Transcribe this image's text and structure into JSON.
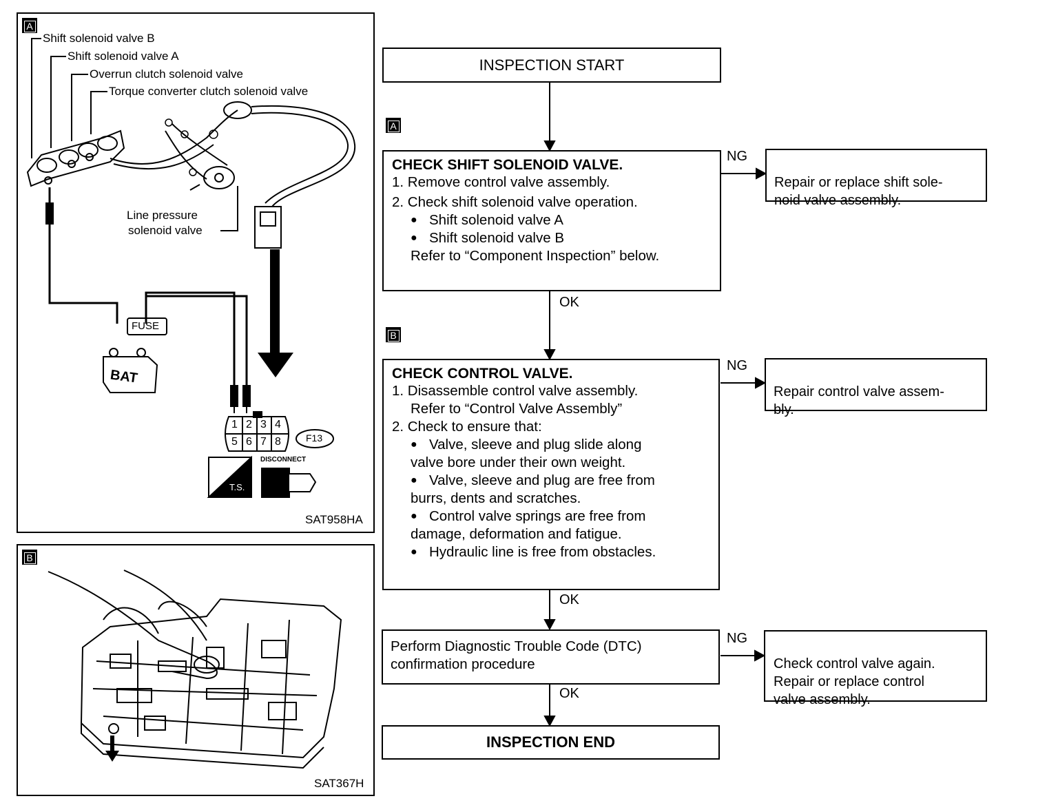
{
  "panel_a": {
    "tag": "A",
    "labels": {
      "valve_b": "Shift solenoid valve B",
      "valve_a": "Shift solenoid valve A",
      "overrun": "Overrun clutch solenoid valve",
      "torque": "Torque converter clutch solenoid valve",
      "line_pressure_1": "Line pressure",
      "line_pressure_2": "solenoid valve",
      "fuse": "FUSE",
      "bat": "BAT",
      "connector_code": "F13",
      "ts": "T.S.",
      "disconnect": "DISCONNECT"
    },
    "pins": [
      "1",
      "2",
      "3",
      "4",
      "5",
      "6",
      "7",
      "8"
    ],
    "ref": "SAT958HA"
  },
  "panel_b": {
    "tag": "B",
    "ref": "SAT367H"
  },
  "flow": {
    "start": "INSPECTION START",
    "tag_a": "A",
    "tag_b": "B",
    "step1": {
      "title": "CHECK SHIFT SOLENOID VALVE.",
      "line1": "1. Remove control valve assembly.",
      "line2": "2. Check shift solenoid valve operation.",
      "bullet1": "Shift solenoid valve A",
      "bullet2": "Shift solenoid valve B",
      "line3": "Refer to “Component Inspection” below."
    },
    "ng1": "NG",
    "result1": "Repair or replace shift sole-\nnoid valve assembly.",
    "ok1": "OK",
    "step2": {
      "title": "CHECK CONTROL VALVE.",
      "line1": "1. Disassemble control valve assembly.",
      "line1b": "Refer to “Control Valve Assembly”",
      "line2": "2. Check to ensure that:",
      "bullet1a": "Valve, sleeve and plug slide along",
      "bullet1b": "valve bore under their own weight.",
      "bullet2a": "Valve, sleeve and plug are free from",
      "bullet2b": "burrs, dents and scratches.",
      "bullet3a": "Control valve springs are free from",
      "bullet3b": "damage, deformation and fatigue.",
      "bullet4a": "Hydraulic line is free from obstacles."
    },
    "ng2": "NG",
    "result2": "Repair control valve assem-\nbly.",
    "ok2": "OK",
    "step3": {
      "line1": "Perform Diagnostic Trouble Code (DTC)",
      "line2": "confirmation procedure"
    },
    "ng3": "NG",
    "result3": "Check control valve again.\nRepair or replace control\nvalve assembly.",
    "ok3": "OK",
    "end": "INSPECTION END"
  }
}
